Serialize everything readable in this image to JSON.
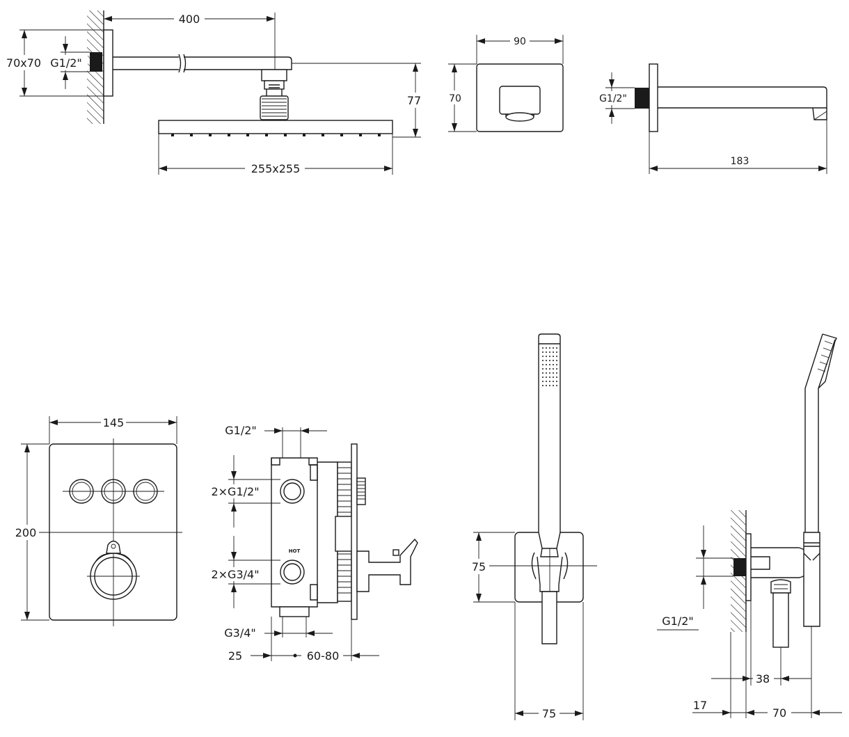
{
  "dimensions": {
    "arm_length": "400",
    "flange_size": "70x70",
    "thread_top": "G1/2\"",
    "head_height": "77",
    "head_size": "255x255",
    "spout_width": "90",
    "spout_height": "70",
    "spout_thread": "G1/2\"",
    "spout_length": "183",
    "panel_width": "145",
    "panel_height": "200",
    "valve_top_thread": "G1/2\"",
    "valve_outlets_1": "2×G1/2\"",
    "valve_outlets_2": "2×G3/4\"",
    "valve_bottom_thread": "G3/4\"",
    "valve_depth_a": "25",
    "valve_depth_b": "60-80",
    "valve_hot_label": "HOT",
    "holder_height": "75",
    "holder_width": "75",
    "outlet_thread": "G1/2\"",
    "outlet_offset": "38",
    "wall_gap": "17",
    "outlet_depth": "70"
  },
  "colors": {
    "line": "#1a1a1a",
    "background": "#ffffff"
  }
}
